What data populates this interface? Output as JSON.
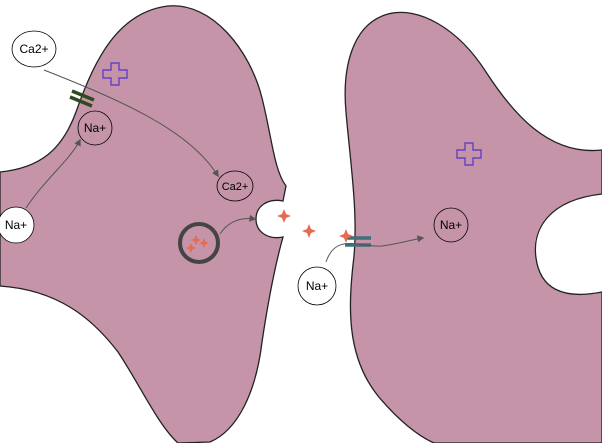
{
  "colors": {
    "background": "#ffffff",
    "cell_fill": "#c594a8",
    "membrane_stroke": "#222222",
    "arrow": "#555555",
    "calcium_channel": "#2f4a1e",
    "sodium_channel": "#3f6f7a",
    "plus_marker": "#5533cc",
    "neurotransmitter": "#e86a50",
    "ion_circle_fill": "#ffffff",
    "vesicle_stroke": "#444444"
  },
  "ions": {
    "calcium_outside": "Ca2+",
    "sodium_presynaptic": "Na+",
    "sodium_outside_left": "Na+",
    "calcium_inside": "Ca2+",
    "sodium_cleft": "Na+",
    "sodium_postsynaptic": "Na+"
  },
  "icons": {
    "charge_marker": "plus-outline",
    "neurotransmitter": "four-point-star",
    "channel": "double-bar"
  }
}
